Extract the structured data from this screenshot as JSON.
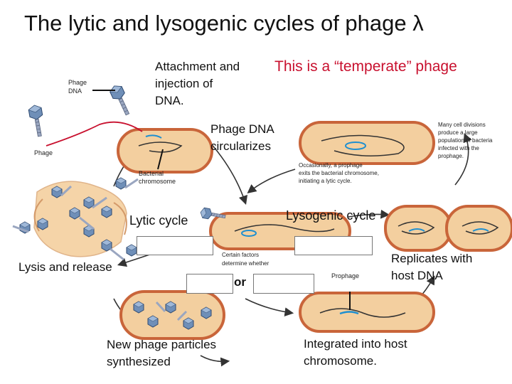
{
  "title": "The lytic and lysogenic cycles of phage λ",
  "labels": {
    "attachment_line1": "Attachment and",
    "attachment_line2": "injection of",
    "attachment_line3": "DNA.",
    "temperate": "This is a “temperate” phage",
    "phage_dna_line1": "Phage",
    "phage_dna_line2": "DNA",
    "phage": "Phage",
    "circularizes_line1": "Phage DNA",
    "circularizes_line2": "circularizes",
    "bacterial_chrom_line1": "Bacterial",
    "bacterial_chrom_line2": "chromosome",
    "occasionally_line1": "Occasionally, a prophage",
    "occasionally_line2": "exits the bacterial chromosome,",
    "occasionally_line3": "initiating a lytic cycle.",
    "many_divisions_line1": "Many cell divisions",
    "many_divisions_line2": "produce a large",
    "many_divisions_line3": "population of bacteria",
    "many_divisions_line4": "infected with the",
    "many_divisions_line5": "prophage.",
    "lytic_cycle": "Lytic cycle",
    "lysogenic_cycle": "Lysogenic cycle",
    "certain_factors_line1": "Certain factors",
    "certain_factors_line2": "determine whether",
    "or": "or",
    "lysis_release": "Lysis and release",
    "prophage": "Prophage",
    "replicates_line1": "Replicates with",
    "replicates_line2": "host DNA",
    "new_particles_line1": "New phage particles",
    "new_particles_line2": "synthesized",
    "integrated_line1": "Integrated into host",
    "integrated_line2": "chromosome."
  },
  "colors": {
    "cell_wall": "#c9653a",
    "cell_fill": "#f3cf9f",
    "membrane": "#e8a06a",
    "host_chromosome": "#333333",
    "phage_dna": "#1e8fd0",
    "injected_dna": "#c8102e",
    "phage_head": "#6f8fb8",
    "phage_tail": "#9aa6c0",
    "arrow": "#333333",
    "lysed_cell": "#f5d4a8"
  },
  "icons": [
    "phage-particle",
    "cycle-arrow",
    "bacterial-cell"
  ]
}
